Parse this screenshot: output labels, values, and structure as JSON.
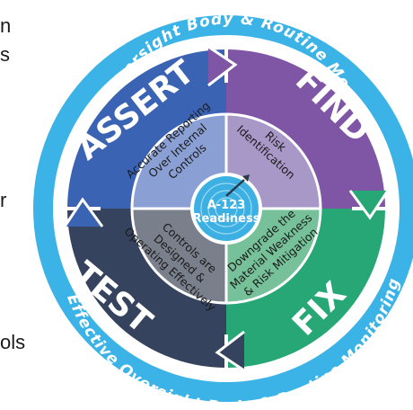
{
  "side_text": [
    "n",
    "s",
    "r",
    "ols"
  ],
  "ring_text": {
    "top": "Effective Oversight Body & Routine Monitoring",
    "bottom": "Effective Oversight Body & Routine Monitoring"
  },
  "phases": {
    "assert": "ASSERT",
    "find": "FIND",
    "fix": "FIX",
    "test": "TEST"
  },
  "quadrants": {
    "top_left": [
      "Accurate Reporting",
      "Over Internal",
      "Controls"
    ],
    "top_right": [
      "Risk",
      "Identification"
    ],
    "bottom_right": [
      "Downgrade the",
      "Material Weakness",
      "& Risk Mitigation"
    ],
    "bottom_left": [
      "Controls are",
      "Designed &",
      "Operating Effectively"
    ]
  },
  "center": {
    "line1": "A-123",
    "line2": "Readiness"
  },
  "colors": {
    "ring": "#3bb3e6",
    "assert": "#3b63b4",
    "find": "#7f55a6",
    "fix": "#27a776",
    "test": "#35435e",
    "q_top_left": "#8aa0d4",
    "q_top_right": "#a898c8",
    "q_bottom_right": "#76c199",
    "q_bottom_left": "#7a7f8c",
    "center": "#3cb0e2"
  }
}
